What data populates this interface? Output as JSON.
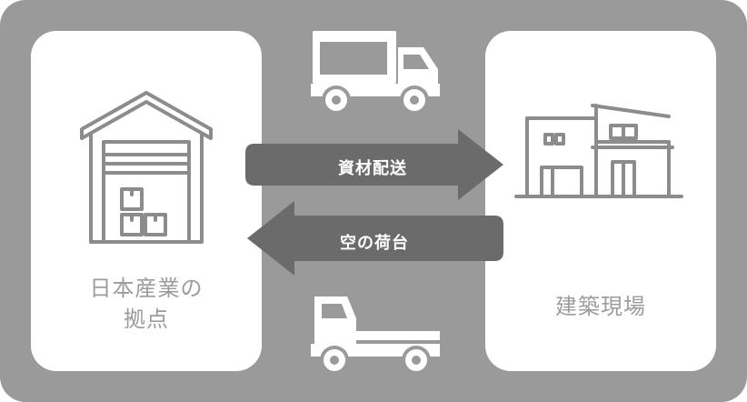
{
  "left_card": {
    "label": "日本産業の\n拠点",
    "icon": "warehouse-icon"
  },
  "right_card": {
    "label": "建築現場",
    "icon": "building-icon"
  },
  "arrows": {
    "to_site": {
      "label": "資材配送",
      "direction": "right"
    },
    "to_base": {
      "label": "空の荷台",
      "direction": "left"
    }
  },
  "trucks": {
    "top": "box-truck-icon",
    "bottom": "flatbed-truck-icon"
  },
  "colors": {
    "background": "#9a9a9a",
    "card": "#ffffff",
    "arrow": "#6b6b6b",
    "icon_stroke": "#8c8c8c",
    "label": "#9c9c9c"
  }
}
